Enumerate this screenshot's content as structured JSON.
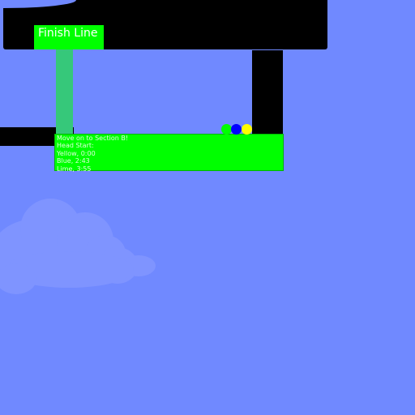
{
  "finish": {
    "label": "Finish Line"
  },
  "status": {
    "lines": [
      "Move on to Section B!",
      "Head Start:",
      "Yellow, 0:00",
      "Blue, 2:43",
      "Lime, 3:55"
    ]
  },
  "balls": [
    {
      "name": "lime-ball",
      "color": "#00ff00"
    },
    {
      "name": "blue-ball",
      "color": "#0000ff"
    },
    {
      "name": "yellow-ball",
      "color": "#ffff00"
    }
  ],
  "colors": {
    "sky": "#7089ff",
    "cloud": "#7f94ff",
    "wall": "#000000",
    "platform": "#00ff00",
    "finish_post": "#36c87a"
  }
}
